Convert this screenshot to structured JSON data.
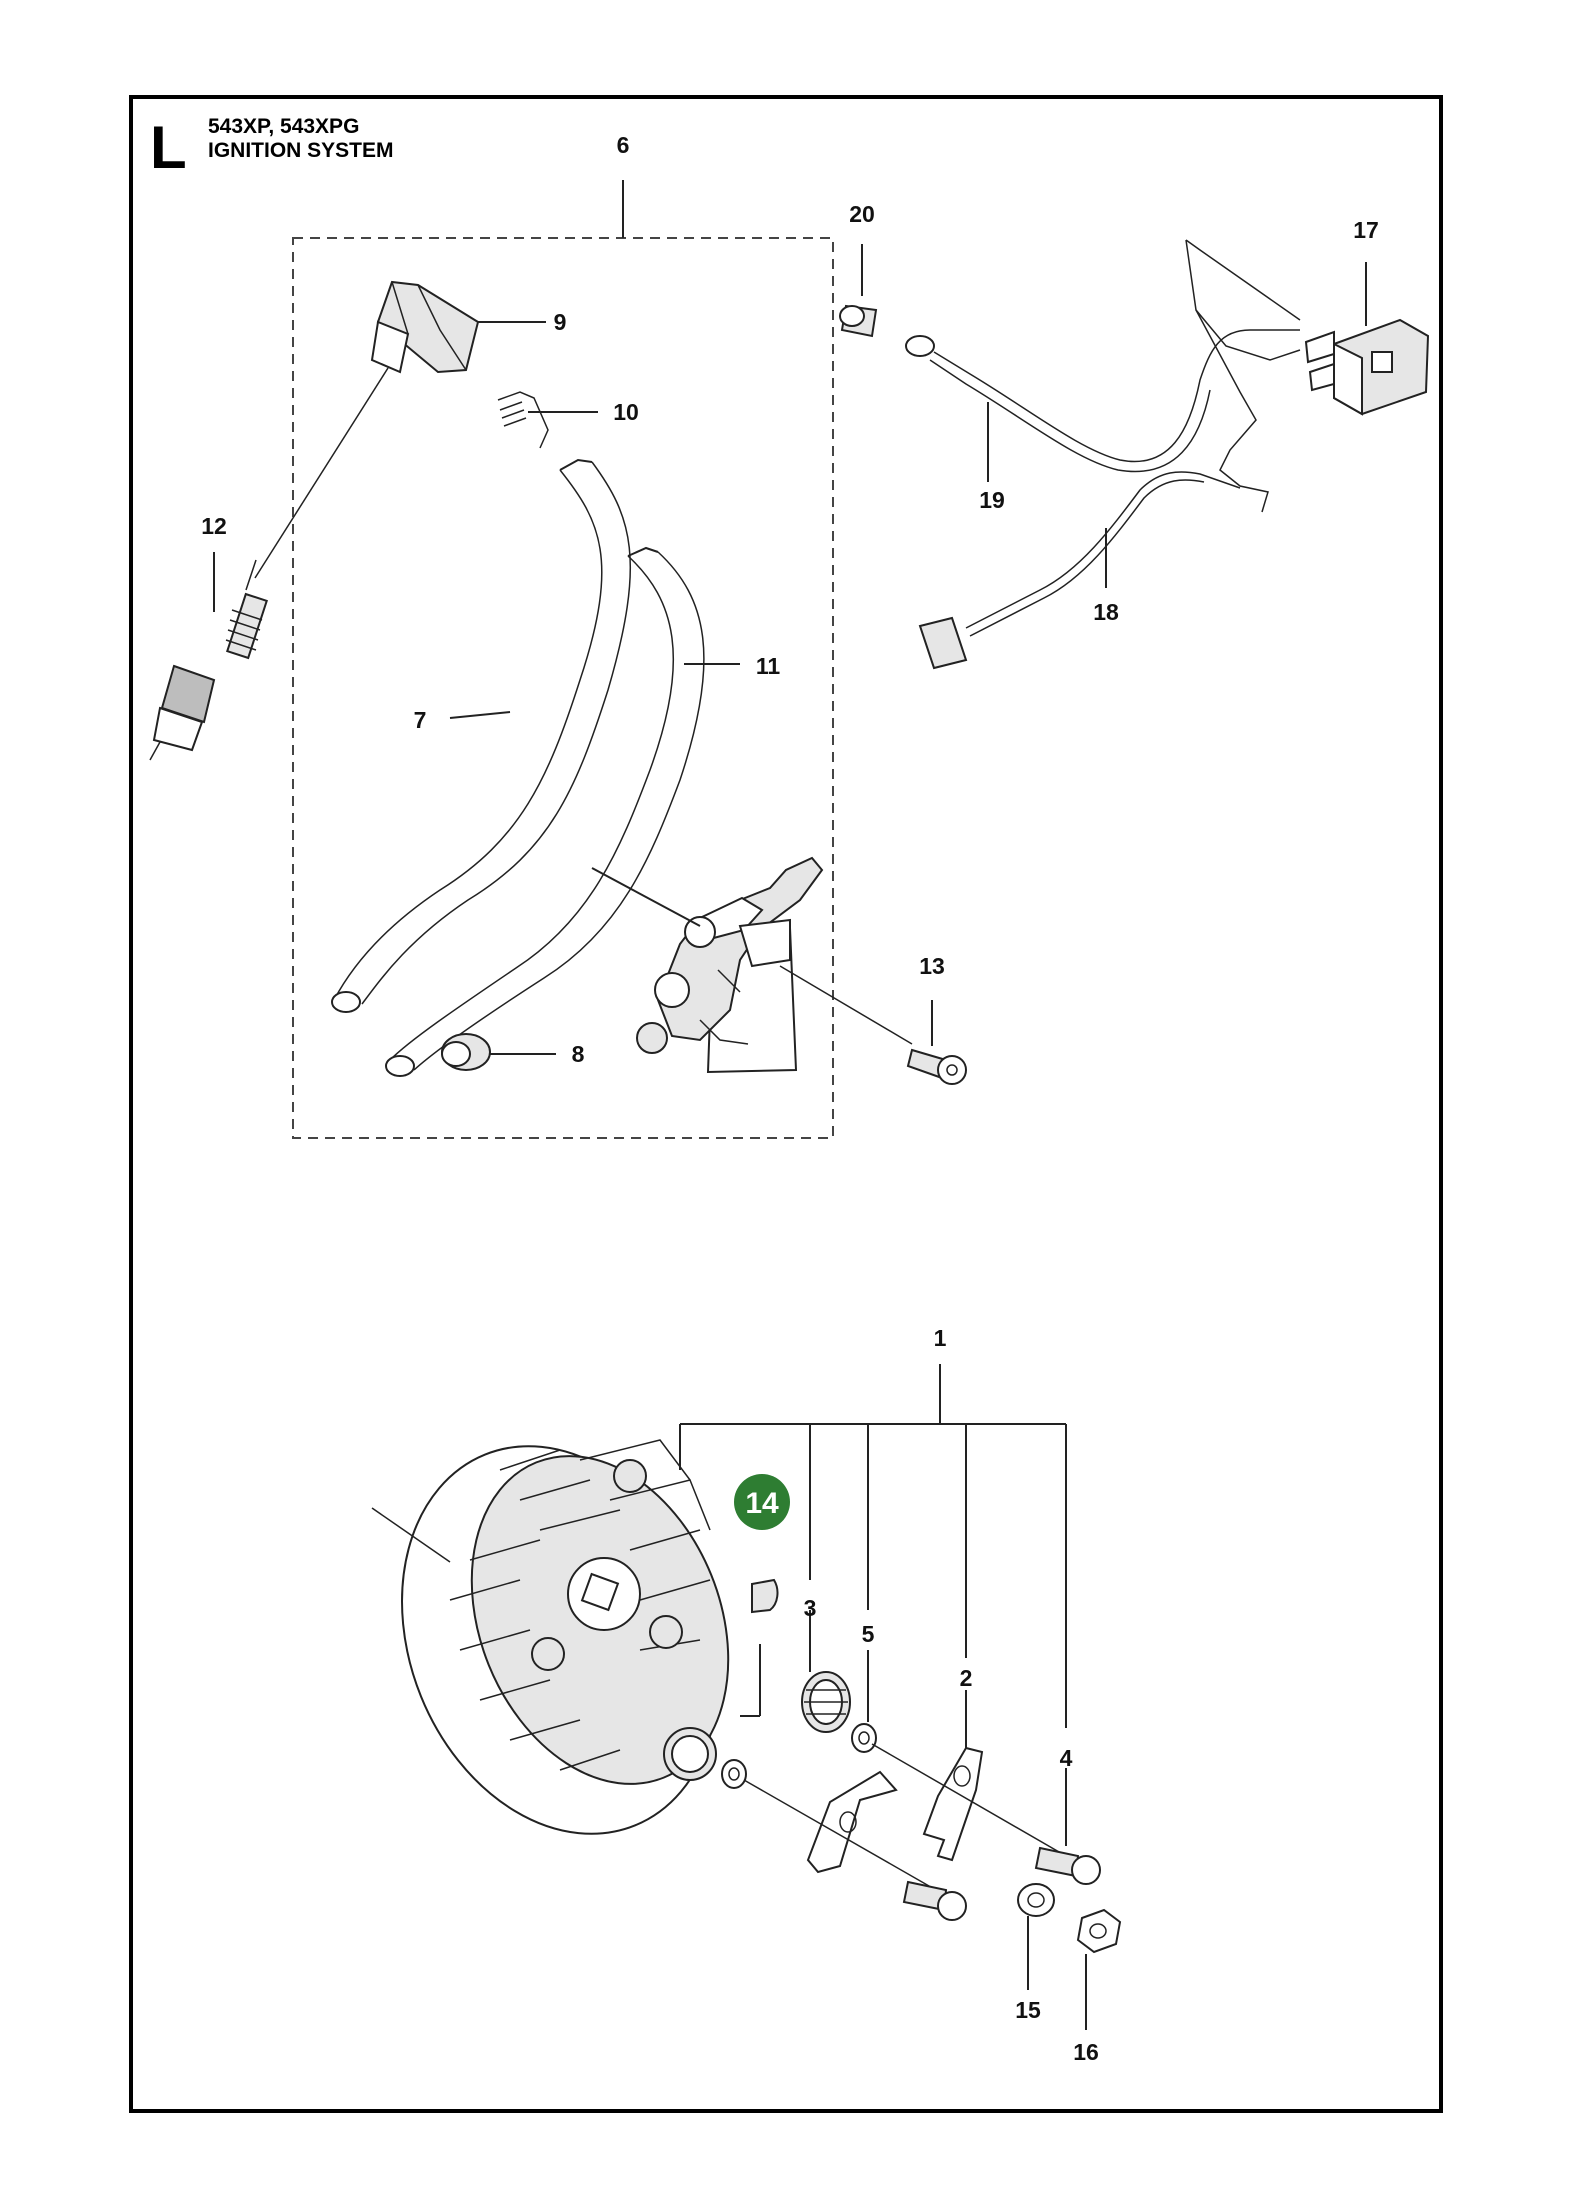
{
  "header": {
    "section_letter": "L",
    "model": "543XP, 543XPG",
    "system_title": "IGNITION SYSTEM"
  },
  "callouts": [
    "1",
    "2",
    "3",
    "4",
    "5",
    "6",
    "7",
    "8",
    "9",
    "10",
    "11",
    "12",
    "13",
    "14",
    "15",
    "16",
    "17",
    "18",
    "19",
    "20"
  ],
  "highlighted_callout": "14",
  "colors": {
    "highlight": "#2e7d32",
    "line": "#222222",
    "frame": "#000000"
  }
}
